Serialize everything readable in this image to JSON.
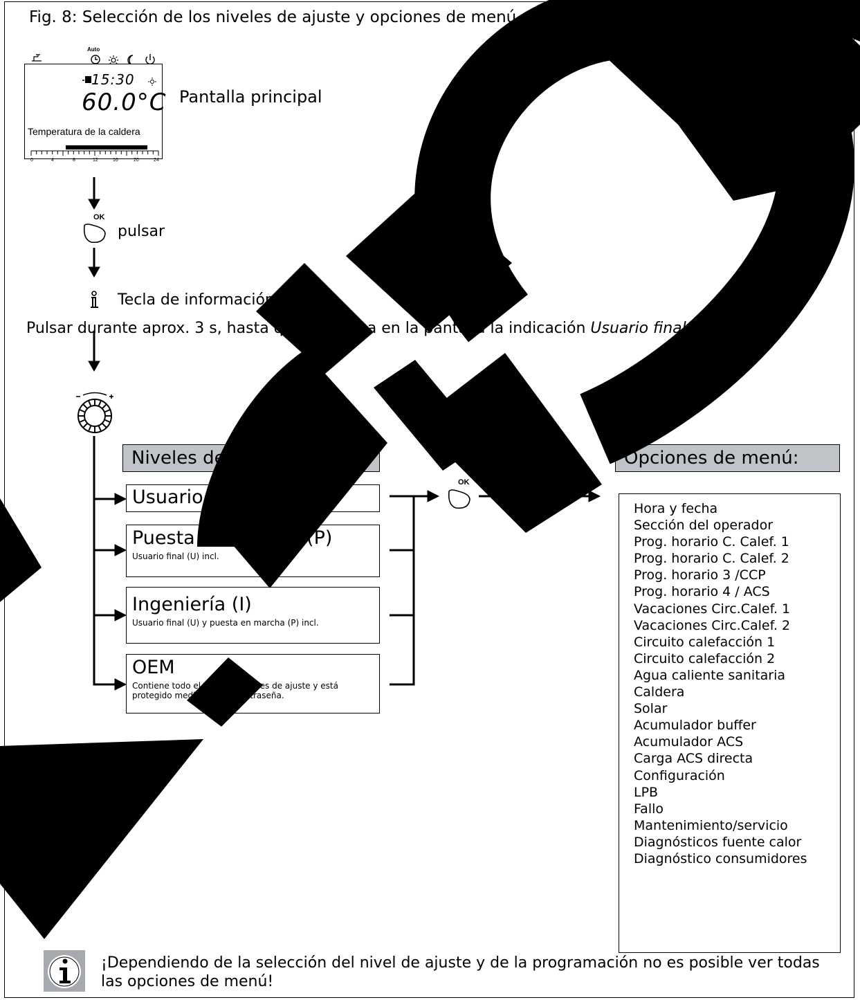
{
  "figure": {
    "title": "Fig. 8:  Selección de los niveles de ajuste y opciones de menú"
  },
  "display": {
    "mode_label": "Auto",
    "time": "15:30",
    "temperature": "60.0°C",
    "label": "Temperatura de la caldera",
    "scale_ticks": [
      "0",
      "4",
      "8",
      "12",
      "16",
      "20",
      "24"
    ],
    "caption": "Pantalla principal"
  },
  "steps": {
    "ok_label": "OK",
    "press": "pulsar",
    "info_key": "Tecla de información",
    "hold_instruction_prefix": "Pulsar durante aprox. 3 s, hasta que aparezca en la pantalla la indicación ",
    "hold_instruction_emphasis": "Usuario final"
  },
  "levels": {
    "header": "Niveles de ajuste",
    "items": [
      {
        "title": "Usuario final (U)",
        "subtitle": ""
      },
      {
        "title": "Puesta en marcha (P)",
        "subtitle": "Usuario final (U) incl."
      },
      {
        "title": "Ingeniería (I)",
        "subtitle": "Usuario final (U) y puesta en marcha (P) incl."
      },
      {
        "title": "OEM",
        "subtitle": "Contiene todo el resto de niveles de ajuste y está protegido mediante una contraseña."
      }
    ]
  },
  "menu": {
    "header": "Opciones de menú:",
    "items": [
      "Hora y fecha",
      "Sección del operador",
      "Prog. horario C. Calef. 1",
      "Prog. horario C. Calef. 2",
      "Prog. horario 3 /CCP",
      "Prog. horario 4 / ACS",
      "Vacaciones Circ.Calef. 1",
      "Vacaciones Circ.Calef. 2",
      "Circuito  calefacción 1",
      "Circuito  calefacción 2",
      "Agua caliente sanitaria",
      "Caldera",
      "Solar",
      "Acumulador buffer",
      "Acumulador ACS",
      "Carga ACS directa",
      "Configuración",
      "LPB",
      "Fallo",
      "Mantenimiento/servicio",
      "Diagnósticos fuente calor",
      "Diagnóstico consumidores"
    ]
  },
  "note": {
    "text": "¡Dependiendo de la selección del nivel de ajuste y de la programación no es posible ver todas las opciones de menú!"
  },
  "colors": {
    "header_fill": "#c0c4c9",
    "watermark": "#000000",
    "icon_fill": "#a6a9ad"
  }
}
